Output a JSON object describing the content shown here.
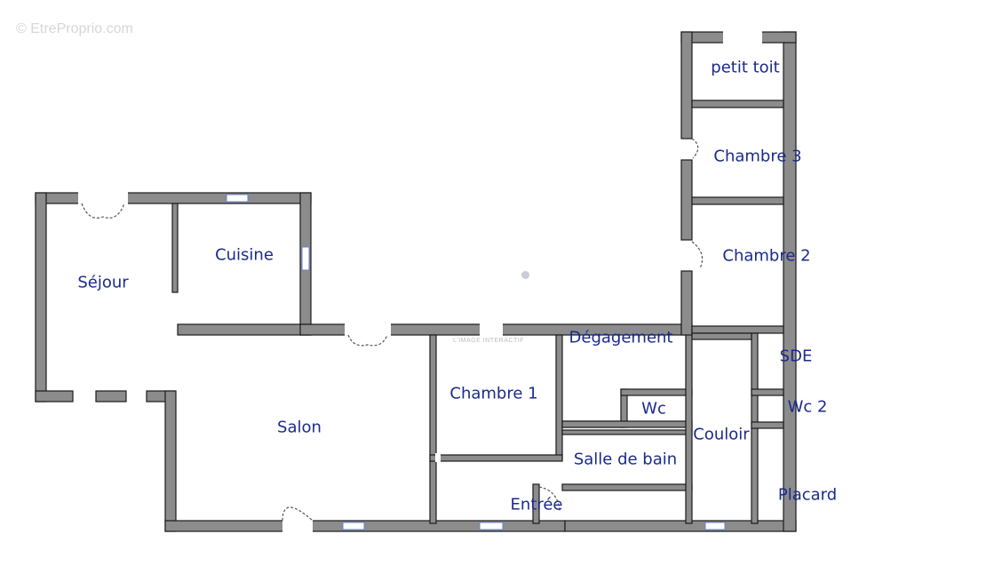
{
  "watermark": "© EtreProprio.com",
  "watermark_small": "L'IMAGE INTERACTIF",
  "rooms": {
    "sejour": "Séjour",
    "cuisine": "Cuisine",
    "salon": "Salon",
    "chambre1": "Chambre 1",
    "degagement": "Dégagement",
    "wc": "Wc",
    "salle_de_bain": "Salle de bain",
    "entree": "Entrée",
    "couloir": "Couloir",
    "sde": "SDE",
    "wc2": "Wc 2",
    "placard": "Placard",
    "chambre2": "Chambre 2",
    "chambre3": "Chambre 3",
    "petit_toit": "petit toit"
  },
  "colors": {
    "wall": "#8c8c8c",
    "label": "#1b2a8c"
  }
}
